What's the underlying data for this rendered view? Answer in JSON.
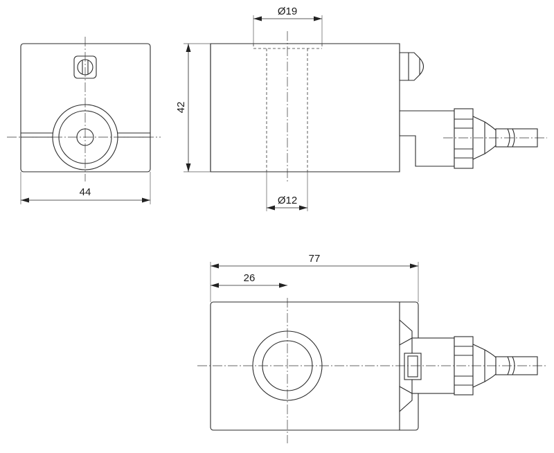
{
  "dimensions": {
    "front_width": "44",
    "side_height": "42",
    "top_bore_diameter": "Ø19",
    "bottom_bore_diameter": "Ø12",
    "overall_length": "77",
    "bore_offset": "26"
  }
}
